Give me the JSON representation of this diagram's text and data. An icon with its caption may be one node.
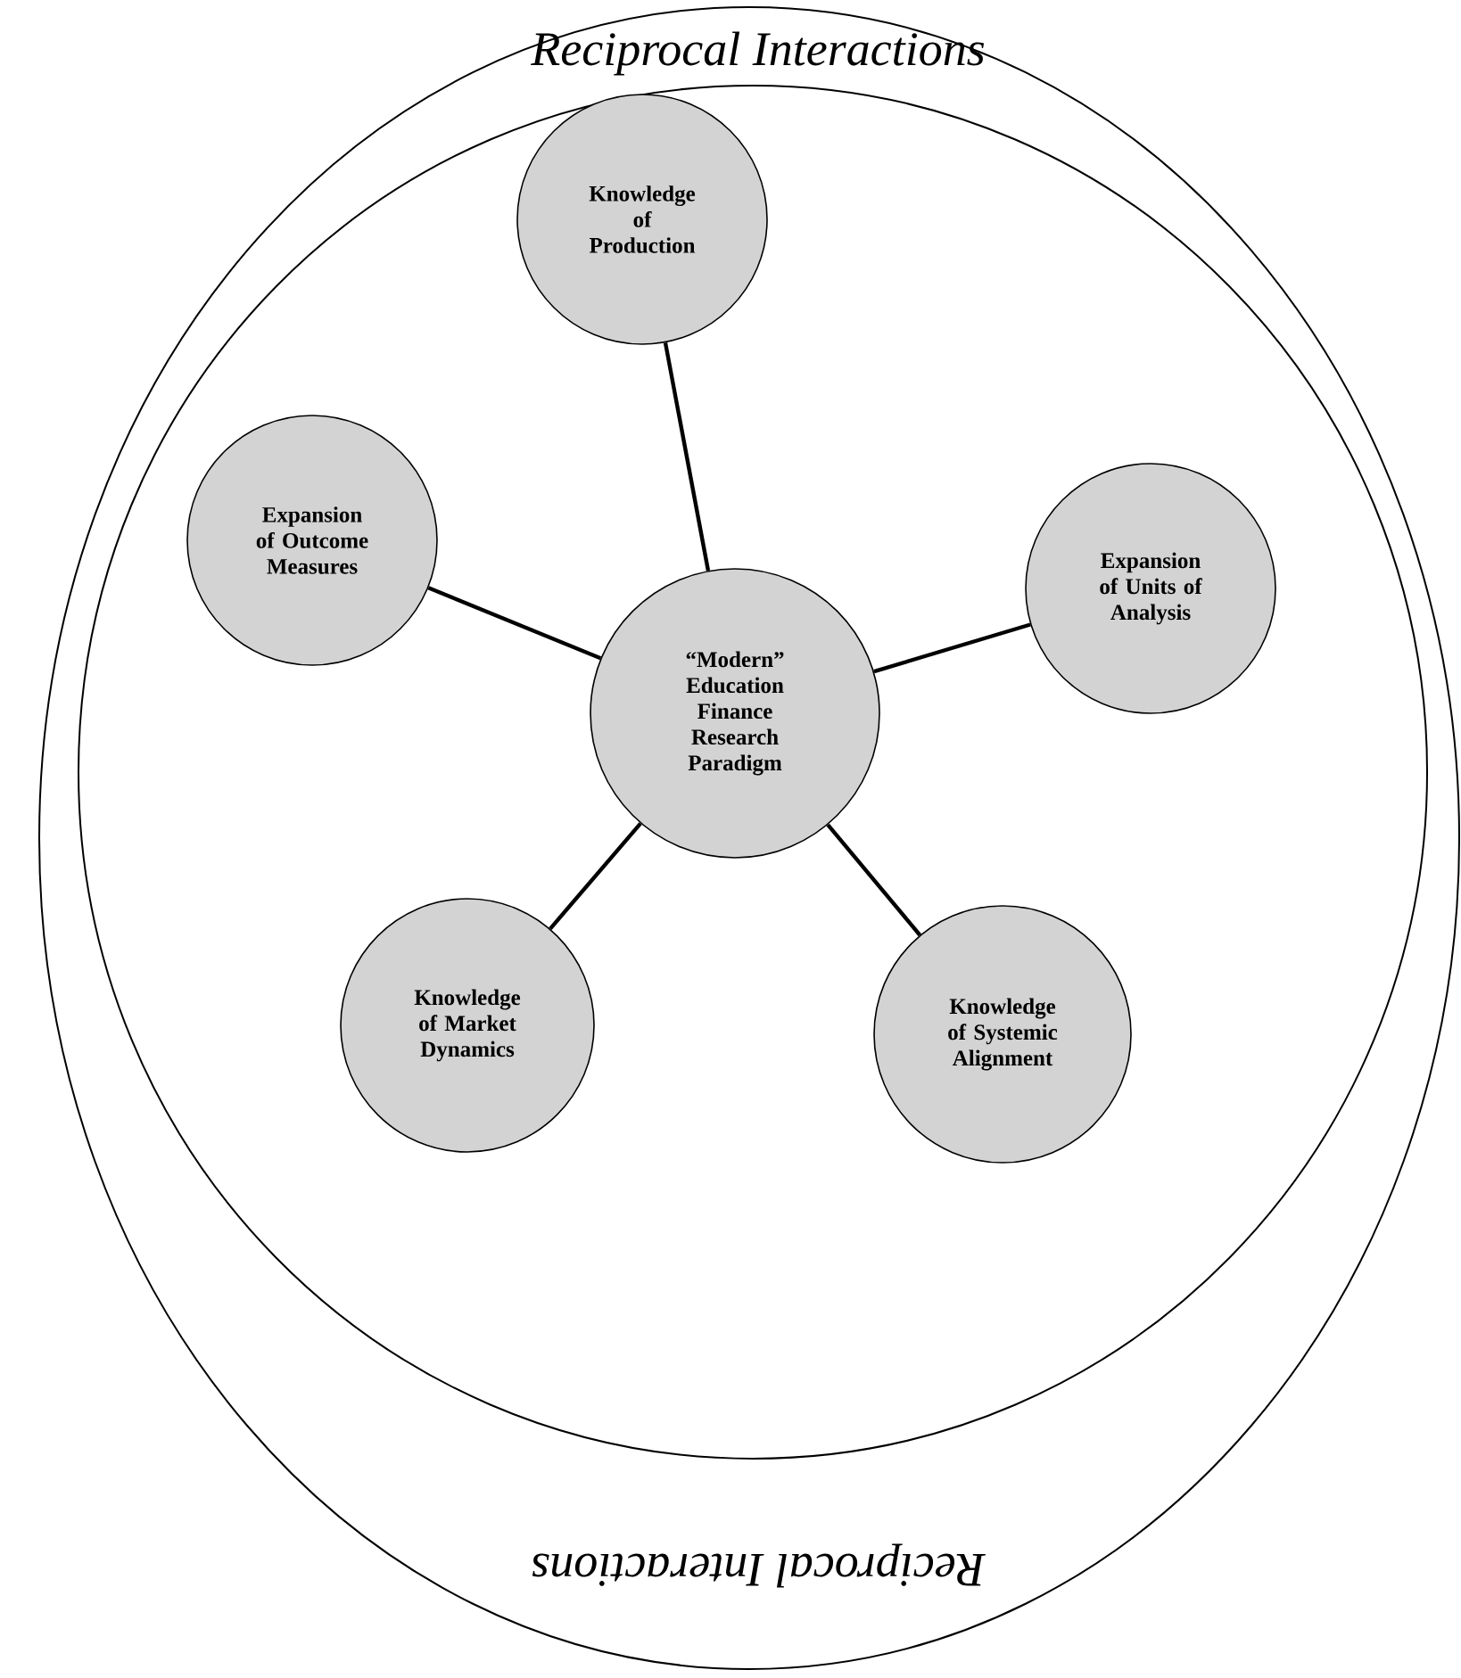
{
  "diagram": {
    "nodes": [
      {
        "text": [
          "Reciprocal Interactions",
          "Reciprocal Interactions"
        ]
      },
      {
        "text": [],
        "shape": "ellipse",
        "in": 0
      },
      {
        "text": [
          "Knowledge of Production"
        ],
        "in": 1
      },
      {
        "text": [
          "Expansion of Outcome Measures"
        ],
        "in": 1
      },
      {
        "text": [
          "“Modern” Education Finance Research Paradigm"
        ],
        "in": 1
      },
      {
        "text": [
          "Expansion of Units of Analysis"
        ],
        "in": 1
      },
      {
        "text": [
          "Knowledge of Market Dynamics"
        ],
        "in": 1
      },
      {
        "text": [
          "Knowledge of Systemic Alignment"
        ],
        "in": 1
      }
    ],
    "edges": [
      {
        "from": 4,
        "to": 2,
        "arrow": "none"
      },
      {
        "from": 4,
        "to": 3,
        "arrow": "none"
      },
      {
        "from": 4,
        "to": 5,
        "arrow": "none"
      },
      {
        "from": 4,
        "to": 6,
        "arrow": "none"
      },
      {
        "from": 4,
        "to": 7,
        "arrow": "none"
      }
    ]
  }
}
